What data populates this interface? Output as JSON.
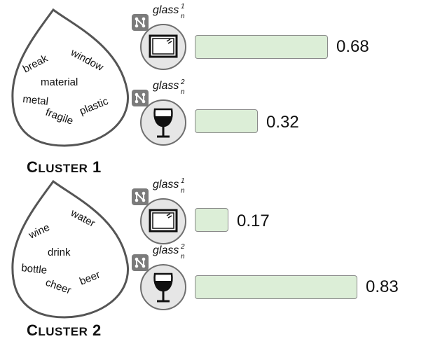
{
  "clusters": [
    {
      "title_first": "C",
      "title_rest": "LUSTER",
      "title_num": " 1",
      "words": [
        "break",
        "window",
        "material",
        "metal",
        "plastic",
        "fragile"
      ],
      "senses": [
        {
          "label": "glass",
          "sup": "1",
          "sub": "n",
          "icon": "window-icon",
          "value": "0.68",
          "score": 0.68
        },
        {
          "label": "glass",
          "sup": "2",
          "sub": "n",
          "icon": "wine-glass-icon",
          "value": "0.32",
          "score": 0.32
        }
      ]
    },
    {
      "title_first": "C",
      "title_rest": "LUSTER",
      "title_num": " 2",
      "words": [
        "wine",
        "water",
        "drink",
        "bottle",
        "beer",
        "cheer"
      ],
      "senses": [
        {
          "label": "glass",
          "sup": "1",
          "sub": "n",
          "icon": "window-icon",
          "value": "0.17",
          "score": 0.17
        },
        {
          "label": "glass",
          "sup": "2",
          "sub": "n",
          "icon": "wine-glass-icon",
          "value": "0.83",
          "score": 0.83
        }
      ]
    }
  ]
}
